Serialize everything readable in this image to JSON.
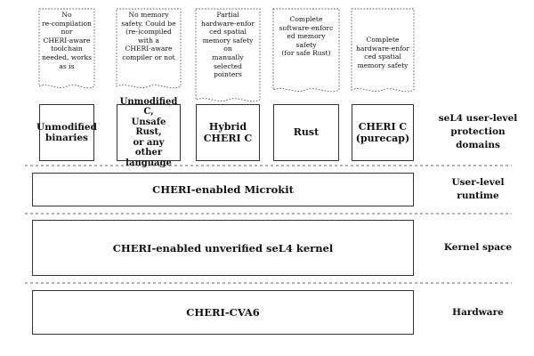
{
  "notes": [
    "No\nre-compilation\nnor\nCHERI-aware\ntoolchain\nneeded, works\nas is",
    "No memory\nsafety. Could be\n(re-)compiled\nwith a\nCHERI-aware\ncompiler or not",
    "Partial\nhardware-enfor\nced spatial\nmemory safety\non\nmanually\nselected\npointers",
    "Complete\nsoftware-enforc\ned memory\nsafety\n(for safe Rust)",
    "Complete\nhardware-enfor\nced spatial\nmemory safety"
  ],
  "domains": [
    "Unmodified\nbinaries",
    "Unmodified\nC,\nUnsafe Rust,\nor any other\nlanguage",
    "Hybrid\nCHERI C",
    "Rust",
    "CHERI C\n(purecap)"
  ],
  "layers": {
    "runtime": "CHERI-enabled Microkit",
    "kernel": "CHERI-enabled unverified seL4 kernel",
    "hardware": "CHERI-CVA6"
  },
  "side_labels": {
    "domains": "seL4 user-level\nprotection\ndomains",
    "runtime": "User-level\nruntime",
    "kernel": "Kernel space",
    "hardware": "Hardware"
  }
}
